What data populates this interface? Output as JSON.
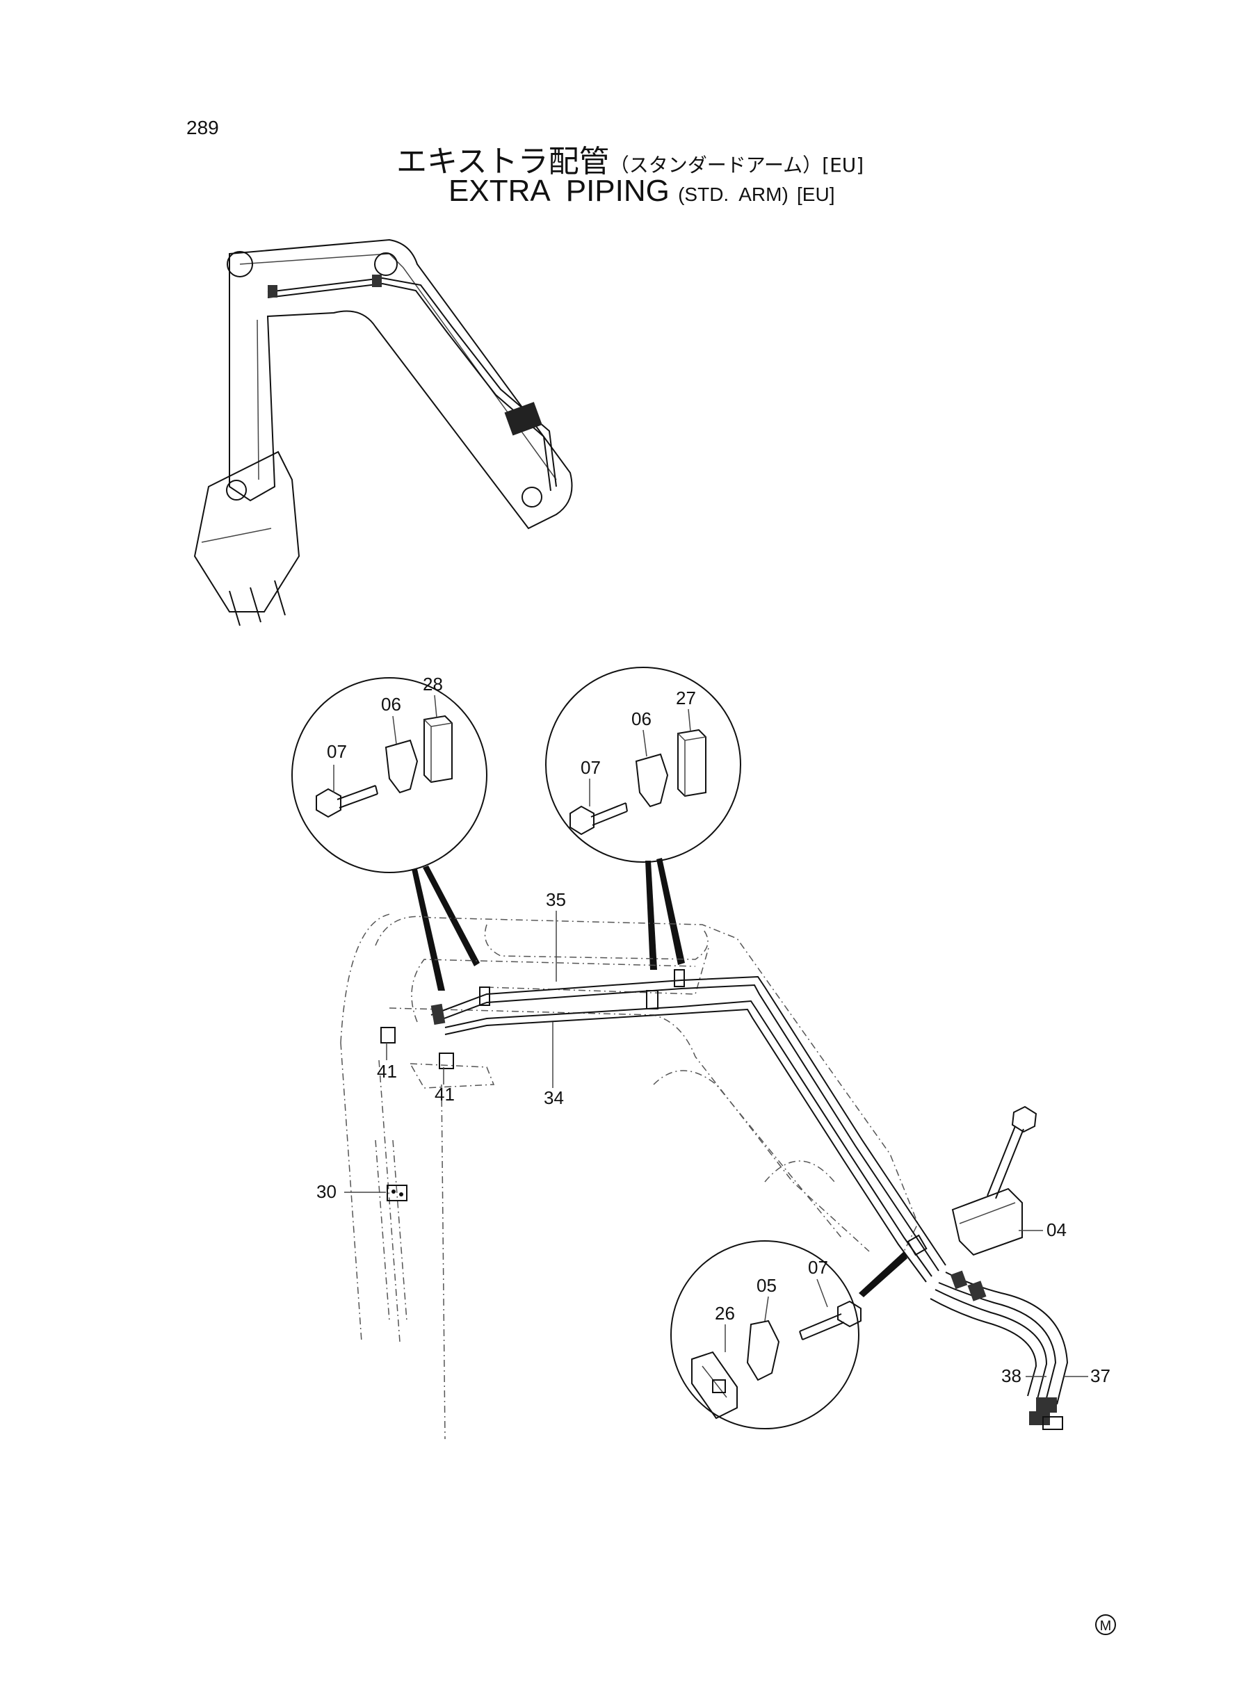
{
  "page_number": "289",
  "title_jp": {
    "main": "エキストラ配管",
    "sub": "（スタンダードアーム）",
    "region": "[EU]"
  },
  "title_en": {
    "main": "EXTRA  PIPING",
    "sub": "(STD.  ARM)",
    "region": "[EU]"
  },
  "parts": {
    "p04": "04",
    "p05": "05",
    "p06a": "06",
    "p06b": "06",
    "p07a": "07",
    "p07b": "07",
    "p07c": "07",
    "p26": "26",
    "p27": "27",
    "p28": "28",
    "p30": "30",
    "p34": "34",
    "p35": "35",
    "p37": "37",
    "p38": "38",
    "p41a": "41",
    "p41b": "41"
  },
  "corner_mark": "M"
}
